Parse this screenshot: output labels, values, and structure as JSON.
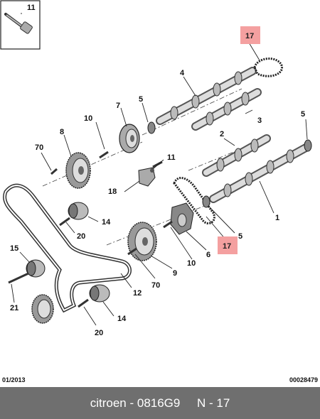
{
  "diagram": {
    "labels": {
      "p1": "1",
      "p2": "2",
      "p3": "3",
      "p4": "4",
      "p5a": "5",
      "p5b": "5",
      "p5c": "5",
      "p6": "6",
      "p7": "7",
      "p8": "8",
      "p9": "9",
      "p10a": "10",
      "p10b": "10",
      "p11a": "11",
      "p11b": "11",
      "p12": "12",
      "p14a": "14",
      "p14b": "14",
      "p15": "15",
      "p17a": "17",
      "p17b": "17",
      "p18": "18",
      "p20a": "20",
      "p20b": "20",
      "p21": "21",
      "p70a": "70",
      "p70b": "70"
    },
    "highlight_color": "#f4a0a0"
  },
  "footer": {
    "date": "01/2013",
    "doc_number": "00028479"
  },
  "caption": {
    "brand": "citroen",
    "separator": " - ",
    "part_code": "0816G9",
    "gap": "     ",
    "ref": "N - 17"
  }
}
